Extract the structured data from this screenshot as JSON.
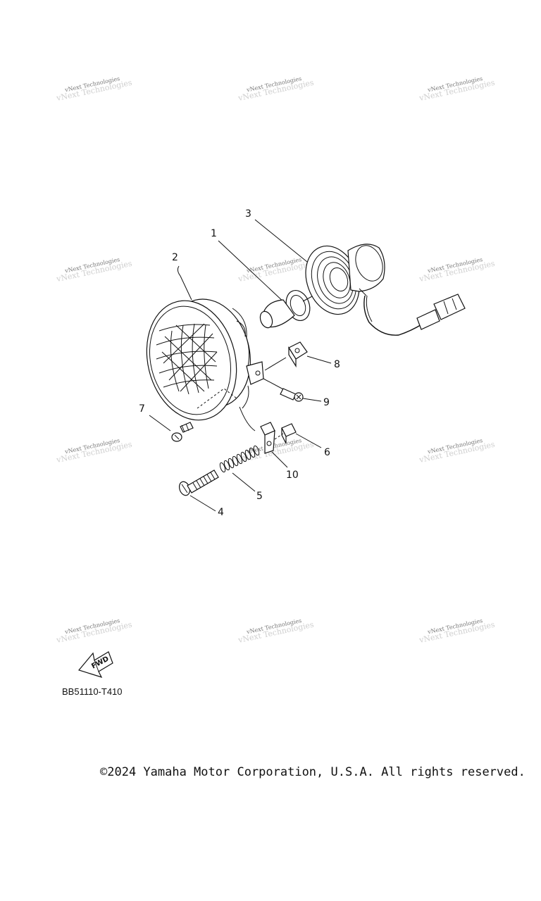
{
  "diagram": {
    "callouts": [
      "1",
      "2",
      "3",
      "4",
      "5",
      "6",
      "7",
      "8",
      "9",
      "10"
    ],
    "watermark": "vNext Technologies",
    "fwd_label": "FWD",
    "diagram_code": "BB51110-T410"
  },
  "footer": {
    "copyright": "©2024 Yamaha Motor Corporation, U.S.A. All rights reserved."
  }
}
